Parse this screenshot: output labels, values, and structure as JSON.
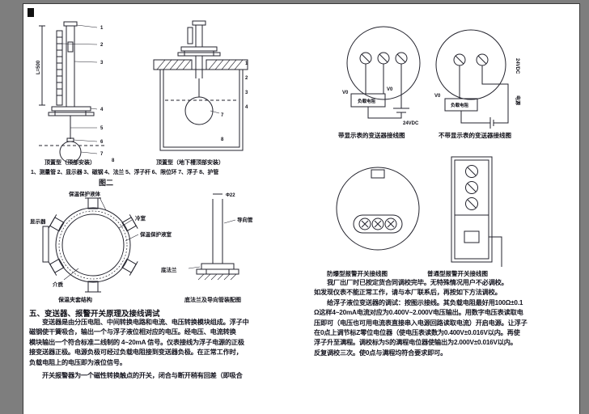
{
  "figure": {
    "caption": "图二",
    "top_mount_caption": "顶置型（顶部安装）",
    "underground_caption": "顶置型（地下槽顶部安装）",
    "parts_list": "1、测量管  2、显示器  3、磁钢  4、法兰  5、浮子杆  6、限位环  7、浮子  8、护管",
    "dim_length": "L=500"
  },
  "callouts": {
    "n1": "1",
    "n2": "2",
    "n3": "3",
    "n4": "4",
    "n5": "5",
    "n6": "6",
    "n7": "7",
    "n8": "8"
  },
  "jacket": {
    "label_display": "显示器",
    "label_protect_liquid": "保温保护液体",
    "label_cold_chamber": "冷室",
    "label_liquid_chamber": "保温保护液室",
    "label_medium": "介质",
    "label_bottom_flange": "底法兰",
    "label_guide_tube": "导向管",
    "dim_pipe": "Φ22",
    "caption_structure": "保温夹套结构",
    "caption_assembly": "底法兰及导向管装配图"
  },
  "wiring": {
    "caption_with_display": "带显示表的变送器接线图",
    "caption_without_display": "不带显示表的变送器接线图",
    "caption_explosionproof": "防爆型报警开关接线图",
    "caption_ordinary": "普通型报警开关接线图",
    "load_resistor": "负载电阻",
    "supply_24vdc": "24VDC",
    "supply_label": "电源",
    "meter_label": "V0"
  },
  "section": {
    "heading": "五、变送器、报警开关原理及接线调试",
    "left_lines": [
      "变送器是由分压电阻、中间转换电路和电流、电压转换模块组成。浮子中",
      "磁钢使干簧吸合，输出一个与浮子液位相对应的电压。经电压、电流转换",
      "模块输出一个符合标准二线制的 4~20mA 信号。仪表接线为浮子电源的正极",
      "接变送器正极。电源负极可经过负载电阻接到变送器负极。在正常工作时，",
      "负载电阻上的电压即为液位信号。",
      "开关报警器为一个磁性转换触点的开关，闭合与断开稍有回差（即吸合"
    ],
    "right_lines": [
      "我厂出厂时已按定货合同调校完毕。无特殊情况用户不必调校。",
      "如发现仪表不能正常工作，请与本厂联系后，再按如下方法调校。",
      "给浮子液位变送器的调试：按图示接线。其负载电阻最好用100Ω±0.1",
      "Ω这样4~20mA电流对应为0.400V~2.000V电压输出。用数字电压表读取电",
      "压即可（电压也可用电流表直接串入电源回路读取电流）开启电源。让浮子",
      "在0点上调节标Z零位电位器（使电压表读数为0.400V±0.016V以内。再使",
      "浮子升至满程。调校标为S的满程电位器使输出为2.000V±0.016V以内。",
      "反复调校三次。使0点与满程均符合要求即可。"
    ]
  }
}
